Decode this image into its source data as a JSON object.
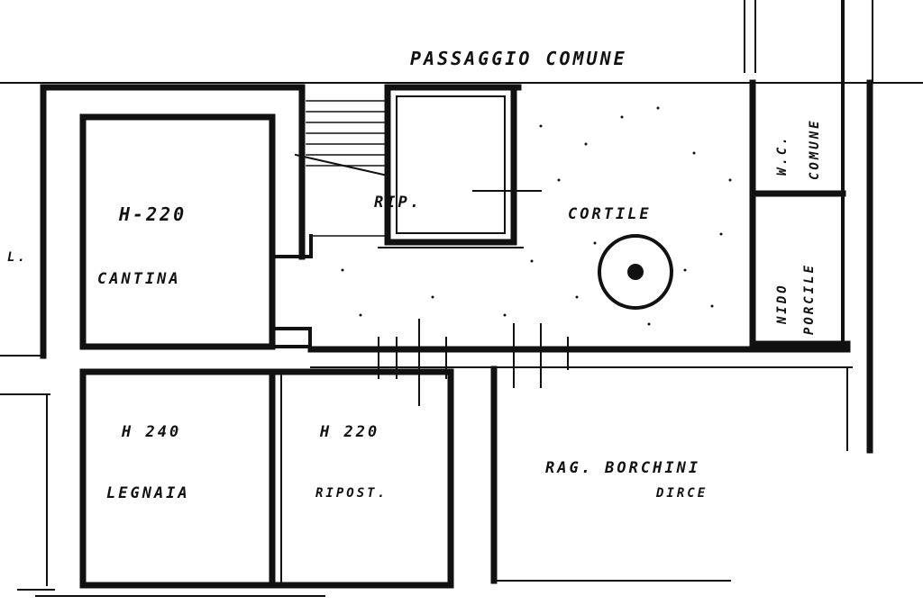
{
  "labels": {
    "passage": "PASSAGGIO COMUNE",
    "courtyard": "CORTILE",
    "storage_room": "RIP.",
    "cellar_height": "H-220",
    "cellar": "CANTINA",
    "woodshed_height": "H 240",
    "woodshed": "LEGNAIA",
    "storeroom_height": "H 220",
    "storeroom": "RIPOST.",
    "neighbor_line1": "RAG. BORCHINI",
    "neighbor_line2": "DIRCE",
    "wc_line1": "W.C.",
    "wc_line2": "COMUNE",
    "pigsty_line1": "NIDO",
    "pigsty_line2": "PORCILE",
    "edge_mark": "L."
  },
  "colors": {
    "ink": "#111111",
    "paper": "#ffffff"
  }
}
